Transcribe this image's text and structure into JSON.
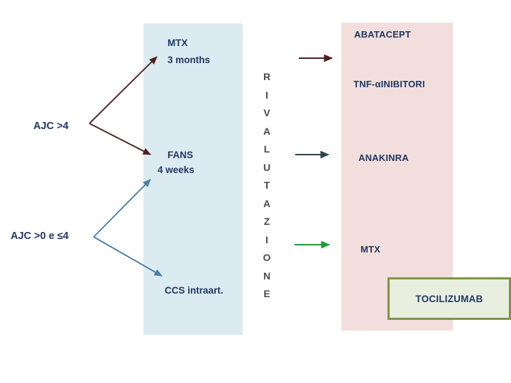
{
  "diagram": {
    "title_vertical_word": "RIVALUTAZIONE",
    "vertical_letters": [
      "R",
      "I",
      "V",
      "A",
      "L",
      "U",
      "T",
      "A",
      "Z",
      "I",
      "O",
      "N",
      "E"
    ],
    "colors": {
      "panel_blue": "#DCEBF1",
      "panel_pink": "#F2DEDC",
      "box_green_fill": "#E9EFDE",
      "box_green_border": "#7D954A",
      "text_navy": "#1F3864",
      "text_gray": "#4A4A4A",
      "connector_maroon": "#4D2020",
      "connector_blue": "#4A7FA8",
      "arrow_maroon": "#4D2020",
      "arrow_teal": "#28474D",
      "arrow_green": "#1E9B36"
    },
    "criteria": [
      {
        "label": "AJC >4"
      },
      {
        "label": "AJC >0 e ≤4"
      }
    ],
    "treatments": [
      {
        "name": "MTX",
        "duration": "3 months"
      },
      {
        "name": "FANS",
        "duration": "4 weeks"
      },
      {
        "name": "CCS intraart.",
        "duration": ""
      }
    ],
    "biologics": [
      {
        "label": "ABATACEPT"
      },
      {
        "label": "TNF-αINIBITORI"
      },
      {
        "label": "ANAKINRA"
      },
      {
        "label": "MTX"
      }
    ],
    "highlight_box": {
      "label": "TOCILIZUMAB"
    }
  }
}
